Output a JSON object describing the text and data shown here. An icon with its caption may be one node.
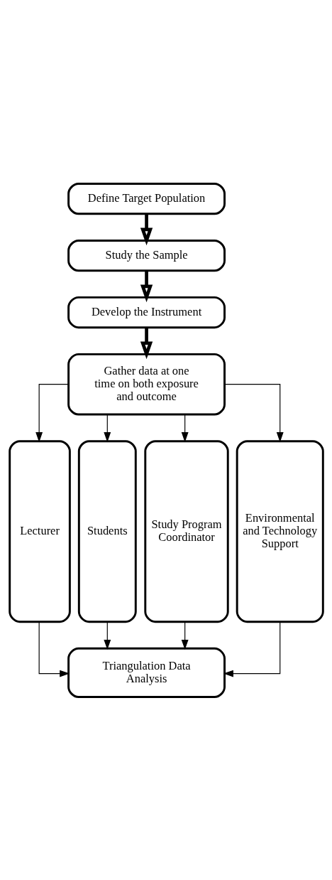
{
  "diagram": {
    "nodes": [
      {
        "text": [
          "Define Target Population"
        ]
      },
      {
        "text": [
          "Study the Sample"
        ]
      },
      {
        "text": [
          "Develop the Instrument"
        ]
      },
      {
        "text": [
          "Gather data at one time on both exposure and outcome"
        ]
      },
      {
        "text": [
          "Lecturer"
        ]
      },
      {
        "text": [
          "Students"
        ]
      },
      {
        "text": [
          "Study Program Coordinator"
        ]
      },
      {
        "text": [
          "Environmental and Technology Support"
        ]
      },
      {
        "text": [
          "Triangulation Data Analysis"
        ]
      }
    ],
    "edges": [
      {
        "from": 0,
        "to": 1,
        "arrow": "to",
        "style": "thick"
      },
      {
        "from": 1,
        "to": 2,
        "arrow": "to",
        "style": "thick"
      },
      {
        "from": 2,
        "to": 3,
        "arrow": "to",
        "style": "thick"
      },
      {
        "from": 3,
        "to": 4,
        "arrow": "to"
      },
      {
        "from": 3,
        "to": 5,
        "arrow": "to"
      },
      {
        "from": 3,
        "to": 6,
        "arrow": "to"
      },
      {
        "from": 3,
        "to": 7,
        "arrow": "to"
      },
      {
        "from": 4,
        "to": 8,
        "arrow": "to"
      },
      {
        "from": 5,
        "to": 8,
        "arrow": "to"
      },
      {
        "from": 6,
        "to": 8,
        "arrow": "to"
      },
      {
        "from": 7,
        "to": 8,
        "arrow": "to"
      }
    ]
  }
}
